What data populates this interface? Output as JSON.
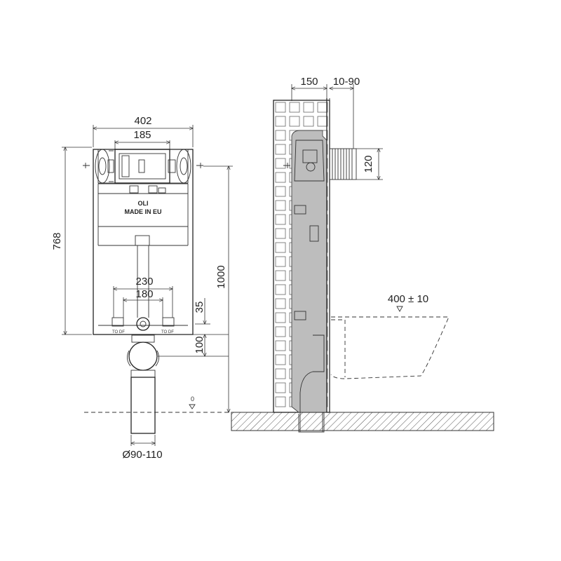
{
  "front": {
    "width_outer": "402",
    "width_panel": "185",
    "height_frame": "768",
    "height_total": "1000",
    "pipe_spacing_outer": "230",
    "pipe_spacing_inner": "180",
    "dim_35": "35",
    "dim_100": "100",
    "floor_zero": "0",
    "pipe_diameter": "Ø90-110",
    "brand": "OLI",
    "made_in": "MADE IN EU"
  },
  "side": {
    "depth": "150",
    "wall_gap": "10-90",
    "flush_pipe": "120",
    "bowl_distance": "400 ± 10"
  },
  "colors": {
    "line": "#222222",
    "fill_gray": "#bdbdbd",
    "background": "#ffffff"
  }
}
